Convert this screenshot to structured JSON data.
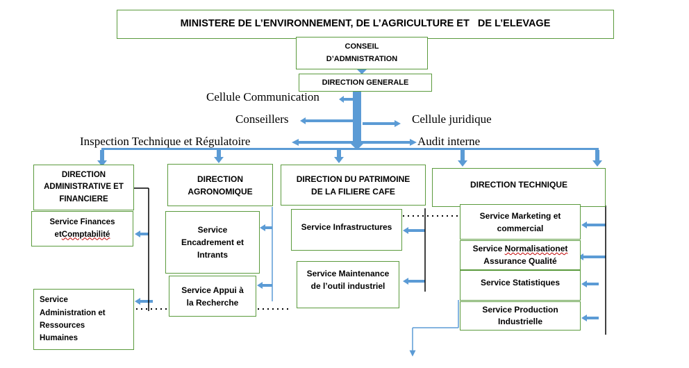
{
  "colors": {
    "box_border": "#5a9a3c",
    "arrow": "#5b9bd5",
    "line": "#000000",
    "spell_underline": "#c00000"
  },
  "ministry": "MINISTERE DE L’ENVIRONNEMENT, DE L’AGRICULTURE ET   DE L’ELEVAGE",
  "conseil": {
    "line1": "CONSEIL",
    "line2": "D’ADMNISTRATION"
  },
  "direction_generale": "DIRECTION GENERALE",
  "units": {
    "cellule_communication": "Cellule Communication",
    "conseillers": "Conseillers",
    "cellule_juridique": "Cellule juridique",
    "inspection": "Inspection Technique et Régulatoire",
    "audit": "Audit interne"
  },
  "directions": {
    "daf": {
      "line1": "DIRECTION",
      "line2": "ADMINISTRATIVE ET",
      "line3": "FINANCIERE"
    },
    "agro": {
      "line1": "DIRECTION",
      "line2": "AGRONOMIQUE"
    },
    "patrimoine": {
      "line1": "DIRECTION DU PATRIMOINE",
      "line2": "DE LA FILIERE CAFE"
    },
    "technique": {
      "line1": "DIRECTION TECHNIQUE"
    }
  },
  "services": {
    "finances": {
      "line1": "Service Finances",
      "line2a": "et",
      "line2b": "Comptabilité"
    },
    "admin_rh": {
      "line1": "Service",
      "line2": "Administration et",
      "line3": "Ressources",
      "line4": "Humaines"
    },
    "encadrement": {
      "line1": "Service",
      "line2": "Encadrement et",
      "line3": "Intrants"
    },
    "appui": {
      "line1": "Service Appui à",
      "line2": "la Recherche"
    },
    "infrastructures": {
      "line1": "Service Infrastructures"
    },
    "maintenance": {
      "line1": "Service Maintenance",
      "line2": "de l’outil industriel"
    },
    "marketing": {
      "line1": "Service Marketing et",
      "line2": "commercial"
    },
    "normalisation": {
      "line1a": "Service ",
      "line1b": "Normalisationet",
      "line2": "Assurance Qualité"
    },
    "statistiques": {
      "line1": "Service Statistiques"
    },
    "production": {
      "line1": "Service Production",
      "line2": "Industrielle"
    }
  }
}
